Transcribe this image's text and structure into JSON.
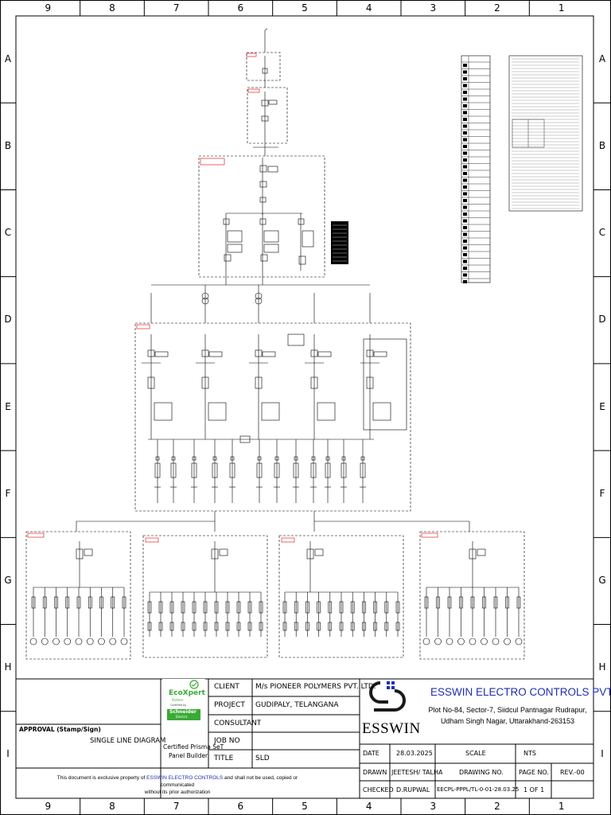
{
  "sheet": {
    "top_zones": [
      "9",
      "8",
      "7",
      "6",
      "5",
      "4",
      "3",
      "2",
      "1"
    ],
    "bottom_zones": [
      "9",
      "8",
      "7",
      "6",
      "5",
      "4",
      "3",
      "2",
      "1"
    ],
    "left_zones": [
      "A",
      "B",
      "C",
      "D",
      "E",
      "F",
      "G",
      "H",
      "I"
    ],
    "right_zones": [
      "A",
      "B",
      "C",
      "D",
      "E",
      "F",
      "G",
      "H",
      "I"
    ]
  },
  "title_block": {
    "approval_label": "APPROVAL (Stamp/Sign)",
    "drawing_type": "SINGLE LINE DIAGRAM",
    "ecoxpert": {
      "logo": "EcoXpert",
      "partner": "Partner",
      "by": "Certified by",
      "brand": "Schneider",
      "brand_sub": "Electric",
      "caption_1": "Certified Prisma SeT",
      "caption_2": "Panel Builder"
    },
    "rows": [
      {
        "label": "CLIENT",
        "value": "M/s PIONEER POLYMERS PVT. LTD."
      },
      {
        "label": "PROJECT",
        "value": "GUDIPALY, TELANGANA"
      },
      {
        "label": "CONSULTANT",
        "value": ""
      },
      {
        "label": "JOB NO",
        "value": ""
      },
      {
        "label": "TITLE",
        "value": "SLD"
      }
    ],
    "company_name": "ESSWIN ELECTRO CONTROLS PVT.LTD",
    "company_logo_text": "ESSWIN",
    "address_line_1": "Plot No-84, Sector-7, Siidcul Pantnagar Rudrapur,",
    "address_line_2": "Udham Singh Nagar, Uttarakhand-263153",
    "date_label": "DATE",
    "date_value": "28.03.2025",
    "scale_label": "SCALE",
    "scale_value": "NTS",
    "drawn_label": "DRAWN",
    "drawn_value": "JEETESH/ TALHA",
    "drawing_no_label": "DRAWING NO.",
    "page_no_label": "PAGE NO.",
    "rev_value": "REV.-00",
    "checked_label": "CHECKED",
    "checked_value": "D.RUPWAL",
    "drawing_no_value": "EECPL-PPPL/TL-0-01-28.03.25",
    "page_no_value": "1 OF 1",
    "notice_pre": "This document is exclusive property of ",
    "notice_company": "ESSWIN ELECTRO CONTROLS",
    "notice_post": " and shall not be used, copied or communicated",
    "notice_line_2": "without its prior authorization"
  },
  "colors": {
    "border": "#000000",
    "brand_blue": "#1f2fb0",
    "ecoxpert_green": "#3aaa35",
    "tag_red": "#e00000"
  }
}
